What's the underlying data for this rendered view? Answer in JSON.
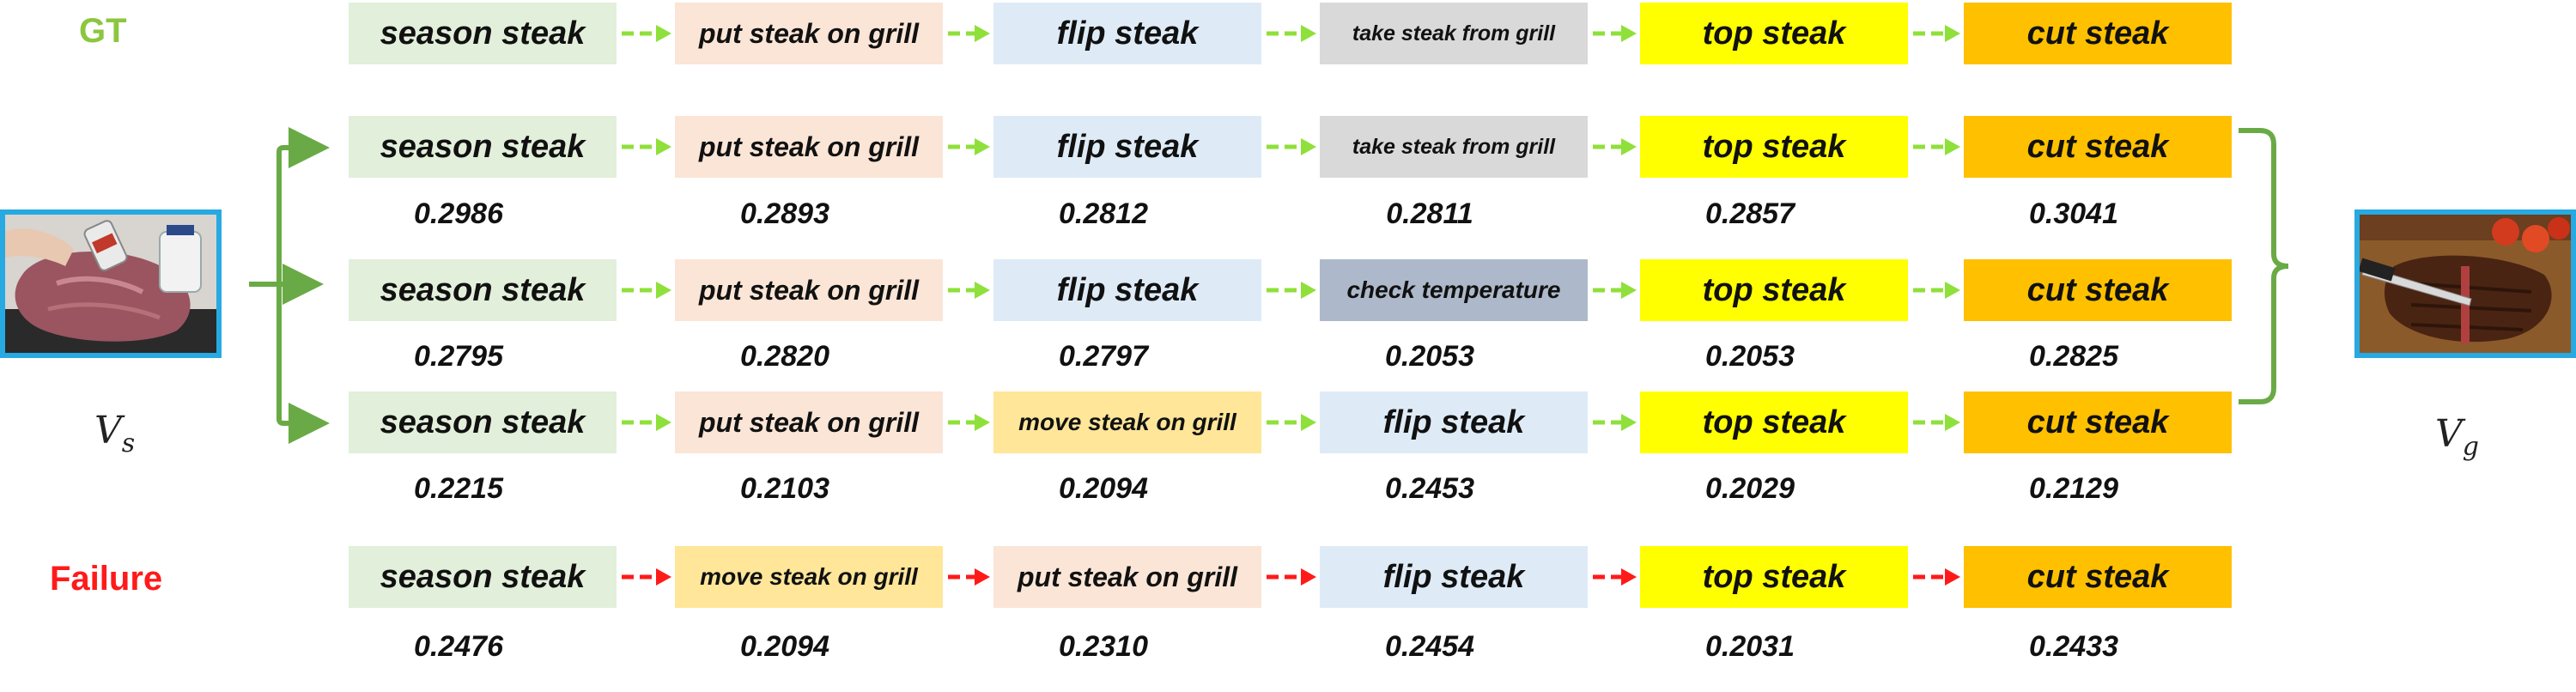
{
  "labels": {
    "gt": "GT",
    "failure": "Failure",
    "vs_main": "V",
    "vs_sub": "s",
    "vg_main": "V",
    "vg_sub": "g"
  },
  "colors": {
    "gt_label": "#8cc63e",
    "failure_label": "#ff1a1a",
    "arrow_ok": "#8fe03a",
    "arrow_fail": "#ff1a1a",
    "bracket": "#6aaa46",
    "thumb_border": "#27a9e1",
    "season": "#e2efda",
    "put_on_grill": "#fbe5d6",
    "flip": "#deebf7",
    "take_from_grill": "#d9d9d9",
    "top": "#ffff00",
    "cut": "#ffc000",
    "check_temp": "#adb9ca",
    "move_on_grill": "#ffe699"
  },
  "rows": [
    {
      "id": "gt",
      "steps": [
        "season steak",
        "put steak on grill",
        "flip steak",
        "take steak from grill",
        "top steak",
        "cut steak"
      ],
      "scores": []
    },
    {
      "id": "candidate-1",
      "steps": [
        "season steak",
        "put steak on grill",
        "flip steak",
        "take steak from grill",
        "top steak",
        "cut steak"
      ],
      "scores": [
        "0.2986",
        "0.2893",
        "0.2812",
        "0.2811",
        "0.2857",
        "0.3041"
      ]
    },
    {
      "id": "candidate-2",
      "steps": [
        "season steak",
        "put steak on grill",
        "flip steak",
        "check temperature",
        "top steak",
        "cut steak"
      ],
      "scores": [
        "0.2795",
        "0.2820",
        "0.2797",
        "0.2053",
        "0.2053",
        "0.2825"
      ]
    },
    {
      "id": "candidate-3",
      "steps": [
        "season steak",
        "put steak on grill",
        "move steak on grill",
        "flip steak",
        "top steak",
        "cut steak"
      ],
      "scores": [
        "0.2215",
        "0.2103",
        "0.2094",
        "0.2453",
        "0.2029",
        "0.2129"
      ]
    },
    {
      "id": "failure",
      "steps": [
        "season steak",
        "move steak on grill",
        "put steak on grill",
        "flip steak",
        "top steak",
        "cut steak"
      ],
      "scores": [
        "0.2476",
        "0.2094",
        "0.2310",
        "0.2454",
        "0.2031",
        "0.2433"
      ]
    }
  ],
  "images": {
    "start": {
      "icon": "raw-steak-seasoning-photo"
    },
    "goal": {
      "icon": "cut-cooked-steak-photo"
    }
  }
}
